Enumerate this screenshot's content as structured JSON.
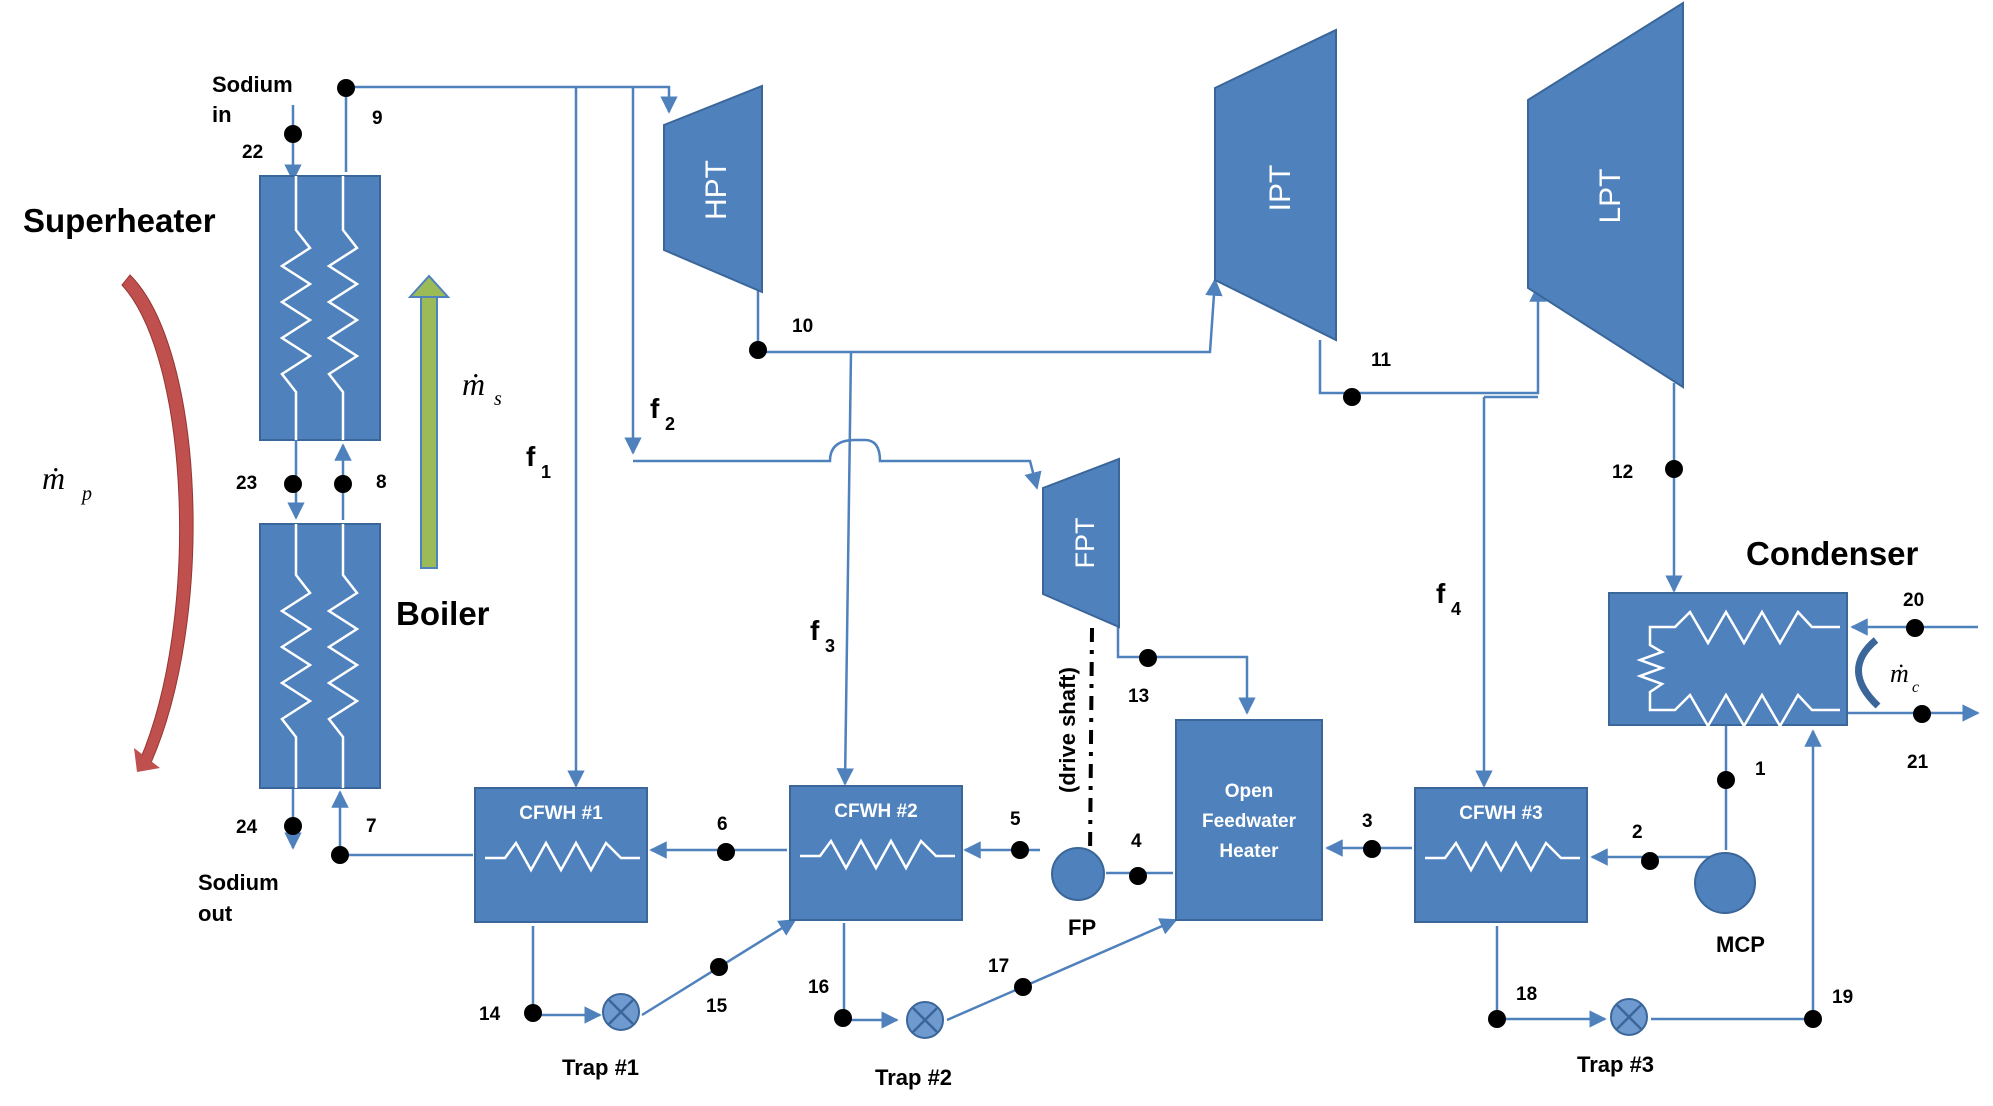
{
  "components": {
    "hpt": "HPT",
    "ipt": "IPT",
    "lpt": "LPT",
    "fpt": "FPT",
    "cfwh1": "CFWH #1",
    "cfwh2": "CFWH #2",
    "cfwh3": "CFWH #3",
    "ofwh": [
      "Open",
      "Feedwater",
      "Heater"
    ],
    "fp": "FP",
    "mcp": "MCP",
    "trap1": "Trap #1",
    "trap2": "Trap #2",
    "trap3": "Trap #3"
  },
  "titles": {
    "superheater": "Superheater",
    "boiler": "Boiler",
    "condenser": "Condenser",
    "drive_shaft": "(drive shaft)"
  },
  "sodium": {
    "in": [
      "Sodium",
      "in"
    ],
    "out": [
      "Sodium",
      "out"
    ]
  },
  "flows": {
    "mp": {
      "symbol": "ṁ",
      "sub": "p"
    },
    "ms": {
      "symbol": "ṁ",
      "sub": "s"
    },
    "mc": {
      "symbol": "ṁ",
      "sub": "c"
    }
  },
  "fractions": [
    {
      "base": "f",
      "sub": "1"
    },
    {
      "base": "f",
      "sub": "2"
    },
    {
      "base": "f",
      "sub": "3"
    },
    {
      "base": "f",
      "sub": "4"
    }
  ],
  "state_points": [
    "1",
    "2",
    "3",
    "4",
    "5",
    "6",
    "7",
    "8",
    "9",
    "10",
    "11",
    "12",
    "13",
    "14",
    "15",
    "16",
    "17",
    "18",
    "19",
    "20",
    "21",
    "22",
    "23",
    "24"
  ],
  "colors": {
    "component": "#4f81bd",
    "pipe": "#4f81bd",
    "primary_arrow": "#c0504d",
    "steam_arrow": "#9bbb59"
  }
}
